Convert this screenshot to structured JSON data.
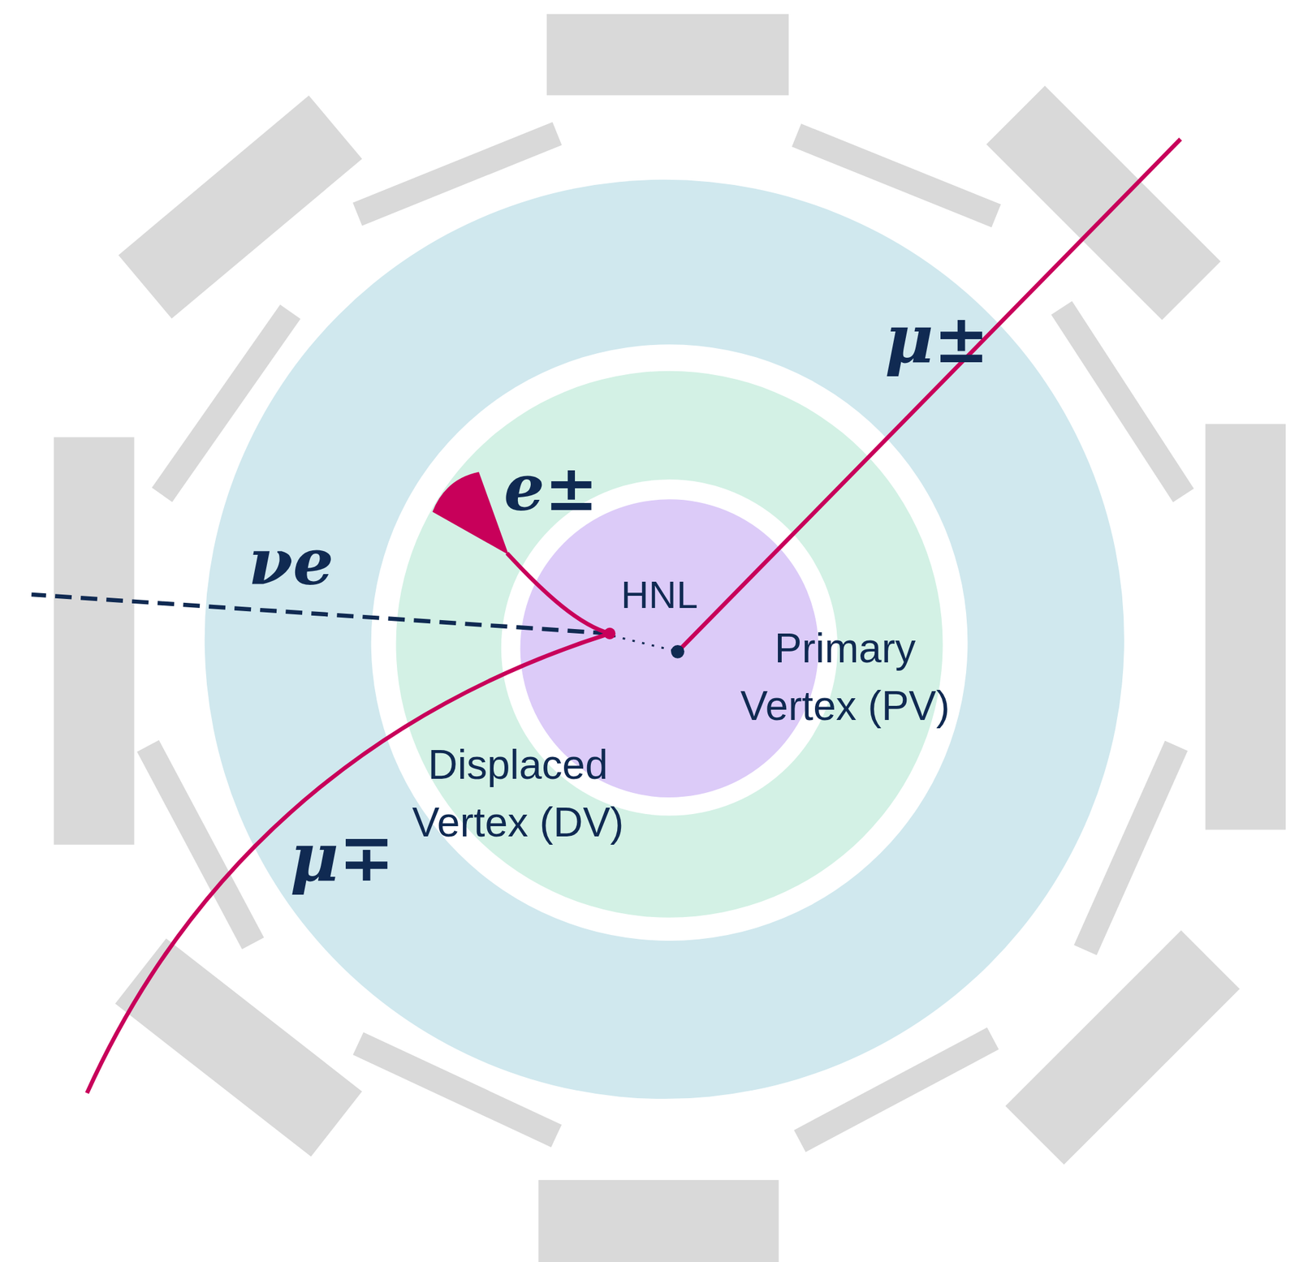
{
  "diagram": {
    "labels": [
      "μ±",
      "e±",
      "νe",
      "HNL",
      "Primary Vertex (PV)",
      "Displaced Vertex (DV)",
      "μ∓"
    ]
  }
}
